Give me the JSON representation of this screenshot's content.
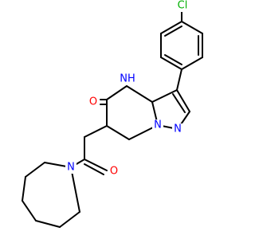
{
  "molecule": {
    "colors": {
      "bond": "#000000",
      "O": "#ff0000",
      "N": "#0000ff",
      "Cl": "#00b000",
      "background": "#ffffff"
    },
    "atoms": {
      "cl": "Cl",
      "nh": "NH",
      "ketone_o": "O",
      "pyrazole_n_bridge": "N",
      "pyrazole_n": "N",
      "amide_o": "O",
      "azepane_n": "N"
    }
  }
}
